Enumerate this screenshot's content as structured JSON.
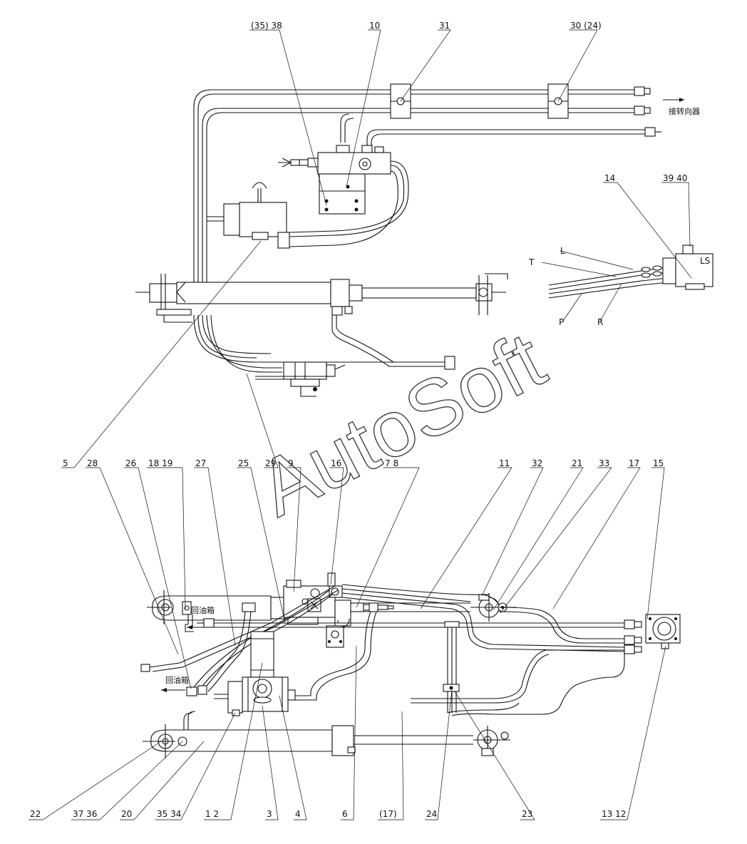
{
  "watermark": "AutoSoft",
  "notes": {
    "to_steering_gear": "接转向器",
    "return_tank_1": "回油箱",
    "return_tank_2": "回油箱"
  },
  "port_labels": {
    "L": "L",
    "LS": "LS",
    "T": "T",
    "P": "P",
    "R": "R"
  },
  "callouts_top": {
    "c35_38": "(35)  38",
    "c10": "10",
    "c31": "31",
    "c30_24": "30  (24)",
    "c14": "14",
    "c39_40": "39  40"
  },
  "callouts_mid": {
    "c5": "5",
    "c28": "28",
    "c26": "26",
    "c18_19": "18  19",
    "c27": "27",
    "c25": "25",
    "c29": "29",
    "c9": "9",
    "c16": "16",
    "c7_8": "7    8",
    "c11": "11",
    "c32": "32",
    "c21": "21",
    "c33": "33",
    "c17": "17",
    "c15": "15"
  },
  "callouts_bottom": {
    "c22": "22",
    "c37_36": "37  36",
    "c20": "20",
    "c35_34": "35  34",
    "c1_2": "1    2",
    "c3": "3",
    "c4": "4",
    "c6": "6",
    "c17b": "(17)",
    "c24": "24",
    "c23": "23",
    "c13_12": "13  12"
  }
}
